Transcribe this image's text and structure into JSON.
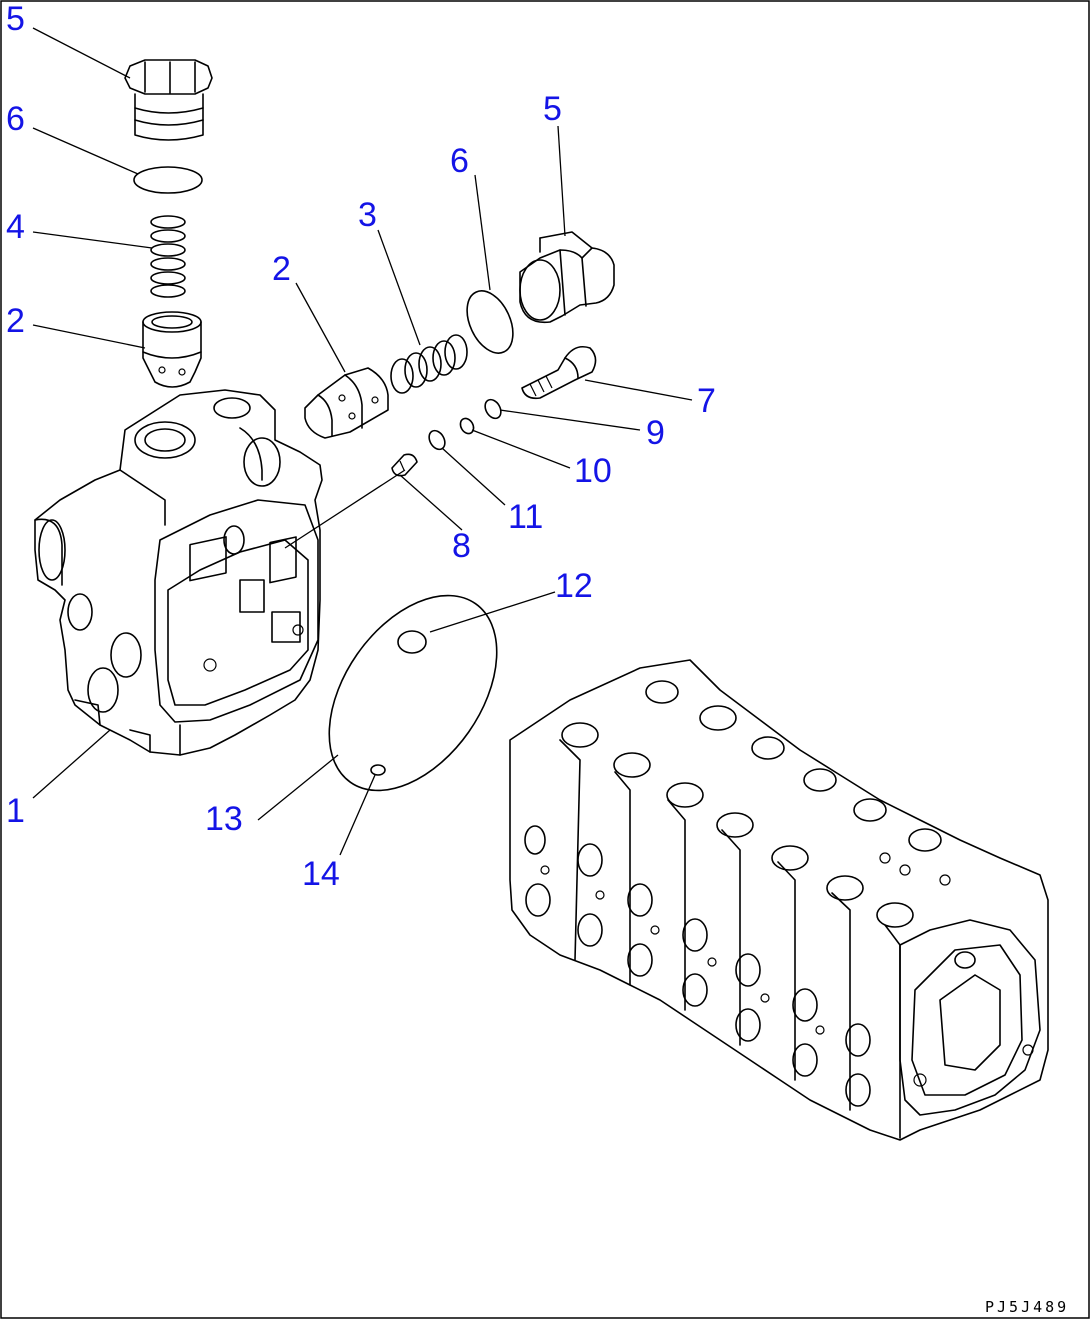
{
  "diagram": {
    "drawing_code": "PJ5J489",
    "callouts": [
      {
        "id": "c1",
        "text": "1"
      },
      {
        "id": "c2a",
        "text": "2"
      },
      {
        "id": "c2b",
        "text": "2"
      },
      {
        "id": "c3",
        "text": "3"
      },
      {
        "id": "c4",
        "text": "4"
      },
      {
        "id": "c5a",
        "text": "5"
      },
      {
        "id": "c5b",
        "text": "5"
      },
      {
        "id": "c6a",
        "text": "6"
      },
      {
        "id": "c6b",
        "text": "6"
      },
      {
        "id": "c7",
        "text": "7"
      },
      {
        "id": "c8",
        "text": "8"
      },
      {
        "id": "c9",
        "text": "9"
      },
      {
        "id": "c10",
        "text": "10"
      },
      {
        "id": "c11",
        "text": "11"
      },
      {
        "id": "c12",
        "text": "12"
      },
      {
        "id": "c13",
        "text": "13"
      },
      {
        "id": "c14",
        "text": "14"
      }
    ],
    "colors": {
      "callout_text": "#1414e6",
      "line": "#000000",
      "background": "#ffffff"
    }
  }
}
